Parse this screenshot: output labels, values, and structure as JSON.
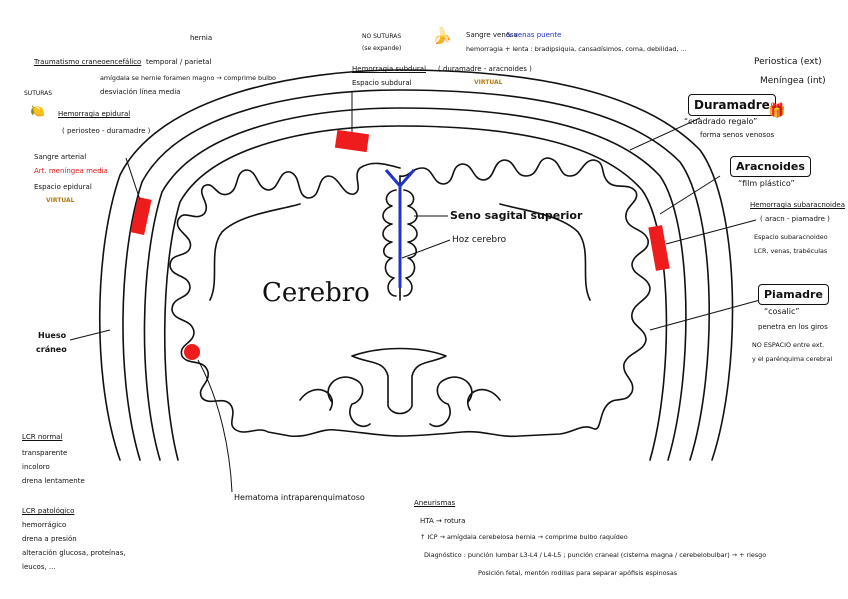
{
  "colors": {
    "ink": "#111111",
    "hemorrhage": "#ee1c1c",
    "sinus": "#2233cc",
    "accent_red": "#e01818",
    "accent_gold": "#b07c10"
  },
  "icons": {
    "banana": "banana-icon",
    "lemon": "lemon-icon",
    "gift": "gift-icon"
  },
  "center": {
    "cerebro": "Cerebro",
    "seno": "Seno sagital superior",
    "hoz": "Hoz cerebro"
  },
  "top_left": {
    "title": "Traumatismo craneoencefálico",
    "temporal": "temporal / parietal",
    "hernia": "hernia",
    "line1": "amígdala se hernie foramen magno → comprime bulbo",
    "line2": "desviación línea media"
  },
  "epidural": {
    "suturas": "SUTURAS",
    "title": "Hemorragia epidural",
    "sub": "( periosteo - duramadre )",
    "sangre_a": "Sangre arterial",
    "sangre_b": "Art. meníngea media",
    "espacio": "Espacio epidural",
    "virtual": "VIRTUAL"
  },
  "subdural": {
    "no_suturas": "NO SUTURAS",
    "se_expande": "(se expande)",
    "sangre_a": "Sangre venosa",
    "sangre_b": "& venas puente",
    "symptoms": "hemorragia + lenta : bradipsiquia, cansadísimos, coma, debilidad, ...",
    "title": "Hemorragia subdural",
    "sub": "( duramadre - aracnoides )",
    "espacio": "Espacio subdural",
    "virtual": "VIRTUAL"
  },
  "right": {
    "periostica": "Periostica (ext)",
    "meningea": "Meníngea (int)",
    "duramadre": "Duramadre",
    "cuadrado": "“cuadrado regalo”",
    "forma": "forma senos venosos",
    "aracnoides": "Aracnoides",
    "film": "“film plástico”",
    "hemo_sub": "Hemorragia subaracnoidea",
    "hemo_sub2": "( aracn - piamadre )",
    "espacio_sub": "Espacio subaracnoideo",
    "lcr": "LCR, venas, trabéculas",
    "piamadre": "Piamadre",
    "cosalic": "“cosalic”",
    "penetra": "penetra en los giros",
    "no_espacio": "NO ESPACIO entre ext.",
    "parenquima": "y el parénquima cerebral"
  },
  "left": {
    "hueso1": "Hueso",
    "hueso2": "cráneo",
    "lcr_normal": "LCR normal",
    "n1": "transparente",
    "n2": "incoloro",
    "n3": "drena lentamente",
    "lcr_pat": "LCR patológico",
    "p1": "hemorrágico",
    "p2": "drena a presión",
    "p3": "alteración glucosa, proteínas,",
    "p4": "leucos, ..."
  },
  "bottom": {
    "hematoma": "Hematoma intraparenquimatoso",
    "aneurismas": "Aneurismas",
    "hta": "HTA → rotura",
    "icp": "↑ ICP → amígdala cerebelosa hernia → comprime bulbo raquídeo",
    "diag": "Diagnóstico : punción lumbar L3-L4 / L4-L5 ; punción craneal (cisterna magna / cerebelobulbar) → + riesgo",
    "pos": "Posición fetal, mentón rodillas para separar apófisis espinosas"
  }
}
